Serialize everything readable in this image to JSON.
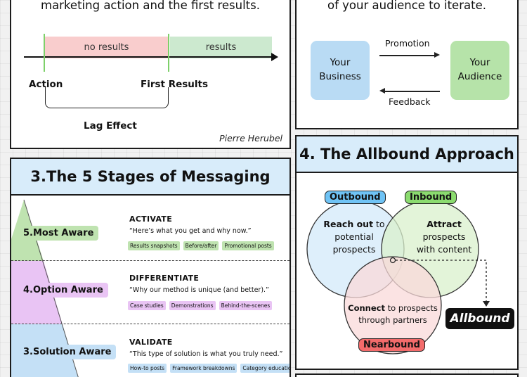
{
  "lag_panel": {
    "heading": "marketing action and the first results.",
    "zone_no_results": "no results",
    "zone_results": "results",
    "label_action": "Action",
    "label_first_results": "First Results",
    "label_lag_effect": "Lag Effect",
    "author": "Pierre Herubel"
  },
  "feedback_panel": {
    "heading": "of your audience to iterate.",
    "box_business": "Your Business",
    "box_audience": "Your Audience",
    "label_promotion": "Promotion",
    "label_feedback": "Feedback"
  },
  "messaging_panel": {
    "title": "3.The 5 Stages of Messaging",
    "stages": [
      {
        "pill": "5.Most Aware",
        "heading": "ACTIVATE",
        "quote": "“Here’s what you get and why now.”",
        "chips": [
          "Results snapshots",
          "Before/after",
          "Promotional posts"
        ]
      },
      {
        "pill": "4.Option Aware",
        "heading": "DIFFERENTIATE",
        "quote": "“Why our method is unique (and better).”",
        "chips": [
          "Case studies",
          "Demonstrations",
          "Behind-the-scenes"
        ]
      },
      {
        "pill": "3.Solution Aware",
        "heading": "VALIDATE",
        "quote": "“This type of solution is what you truly need.”",
        "chips": [
          "How-to posts",
          "Framework breakdowns",
          "Category education"
        ]
      }
    ],
    "colors": {
      "most_aware": "#bfe3b0",
      "option_aware": "#e9c4f4",
      "solution_aware": "#c4e0f6"
    }
  },
  "allbound_panel": {
    "title": "4. The Allbound Approach",
    "outbound_tag": "Outbound",
    "inbound_tag": "Inbound",
    "nearbound_tag": "Nearbound",
    "outbound_text_bold": "Reach out",
    "outbound_text_rest": " to",
    "outbound_text_line2": "potential",
    "outbound_text_line3": "prospects",
    "inbound_text_bold": "Attract",
    "inbound_text_line2": "prospects",
    "inbound_text_line3": "with content",
    "nearbound_text_bold": "Connect",
    "nearbound_text_rest": " to prospects",
    "nearbound_text_line2": "through partners",
    "result_label": "Allbound",
    "colors": {
      "outbound": "#d8ecfa",
      "inbound": "#d9f0cc",
      "nearbound": "#fadada",
      "outbound_tag": "#6fc3f5",
      "inbound_tag": "#8bdb6f",
      "nearbound_tag": "#f36b6b"
    }
  }
}
